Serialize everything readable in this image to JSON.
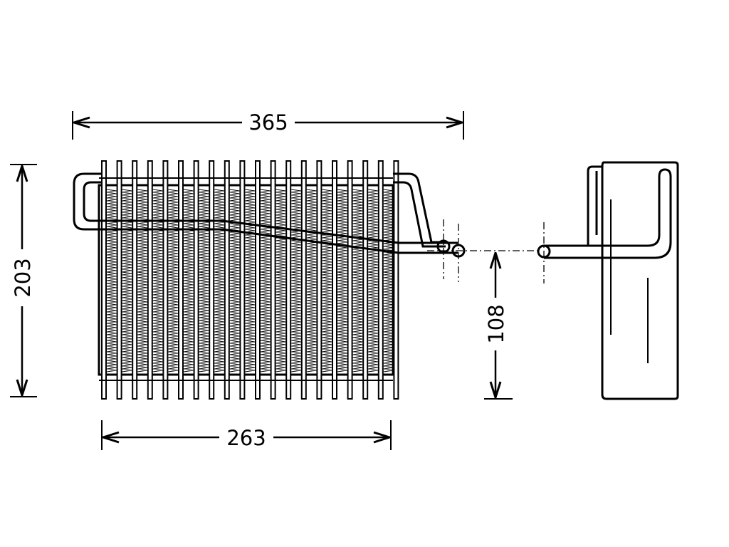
{
  "dimensions": {
    "overall_width": "365",
    "core_width": "263",
    "overall_height": "203",
    "port_height": "108"
  },
  "colors": {
    "line": "#000000",
    "background": "#ffffff"
  }
}
